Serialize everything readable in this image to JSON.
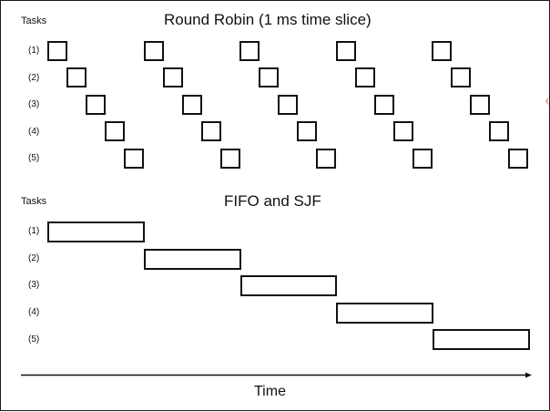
{
  "round_robin": {
    "title": "Round Robin (1 ms time slice)",
    "axis_label": "Tasks",
    "tasks": [
      "(1)",
      "(2)",
      "(3)",
      "(4)",
      "(5)"
    ],
    "cycles": 5
  },
  "fifo_sjf": {
    "title": "FIFO and SJF",
    "axis_label": "Tasks",
    "tasks": [
      "(1)",
      "(2)",
      "(3)",
      "(4)",
      "(5)"
    ]
  },
  "time_axis": {
    "label": "Time"
  },
  "colors": {
    "stroke": "#111111",
    "background": "#ffffff"
  }
}
